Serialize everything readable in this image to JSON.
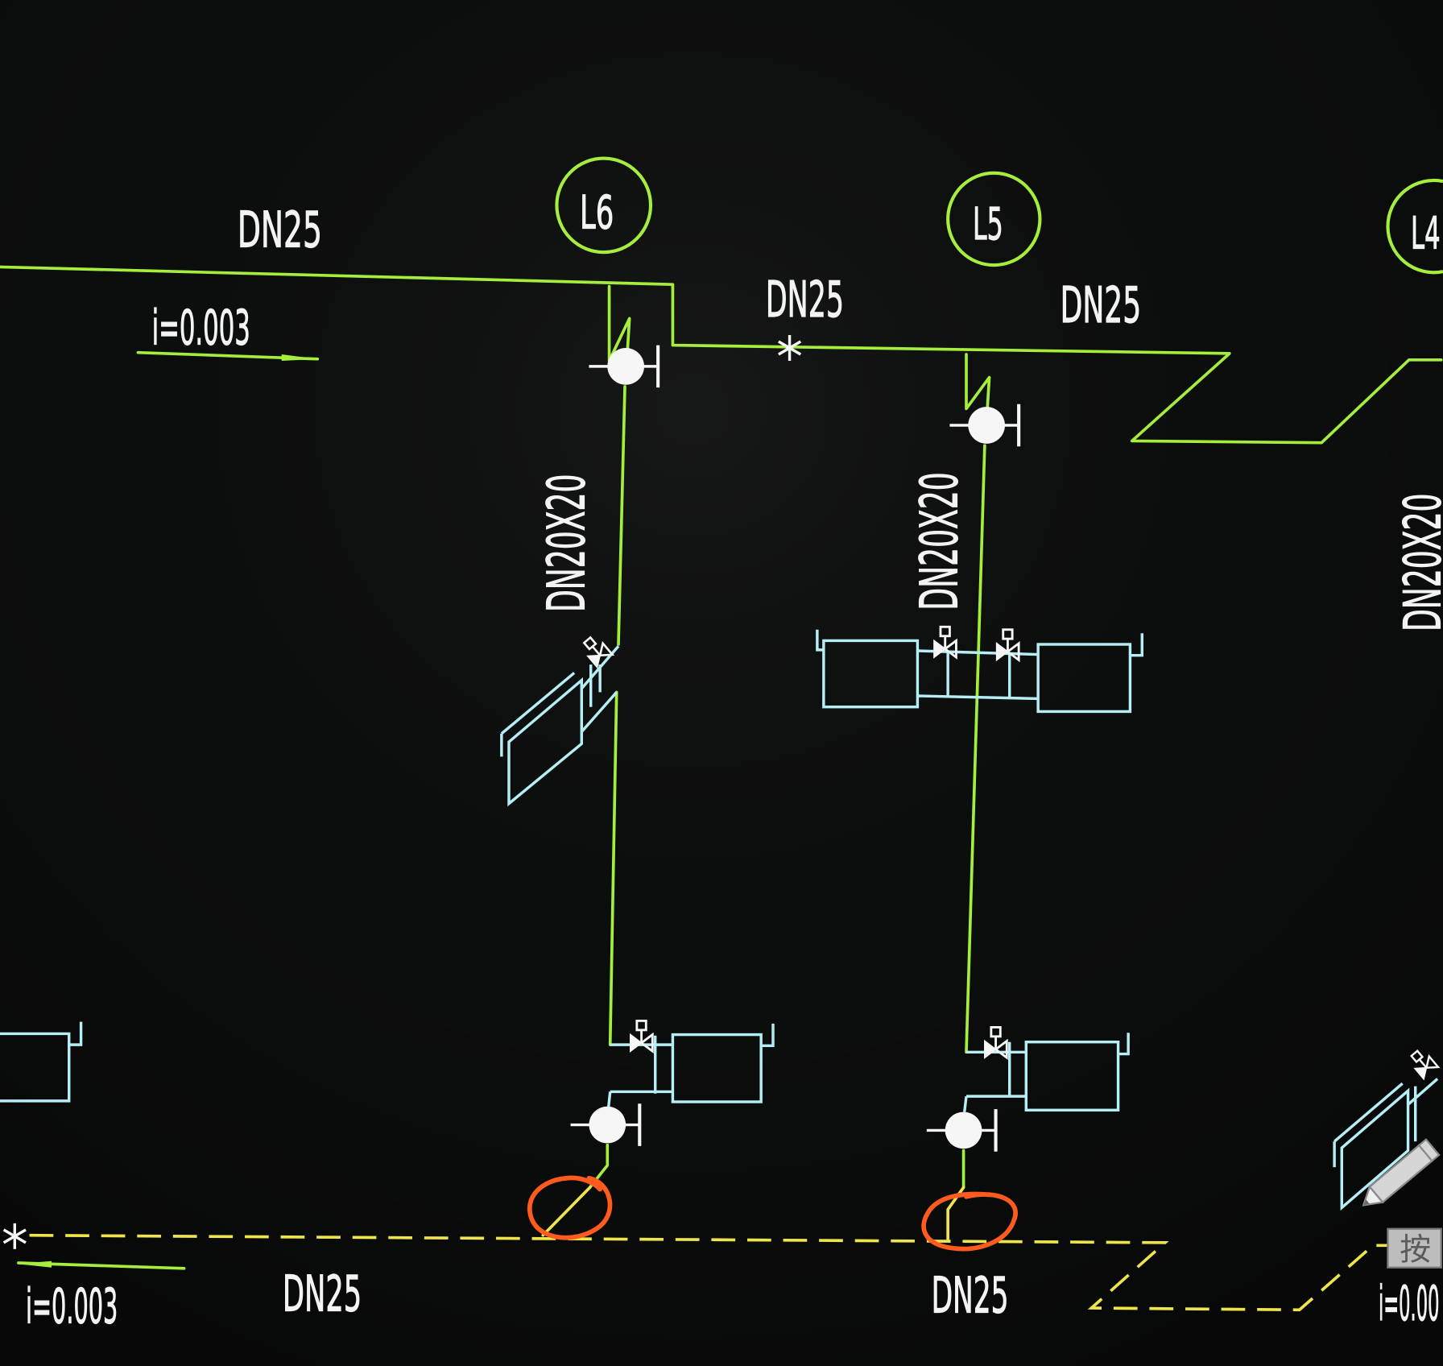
{
  "supply_main": {
    "size_left": "DN25",
    "slope": "i=0.003",
    "size_mid": "DN25",
    "size_right": "DN25"
  },
  "return_main": {
    "slope_left": "i=0.003",
    "size_left": "DN25",
    "size_mid": "DN25",
    "slope_right": "i=0.00"
  },
  "risers": [
    {
      "tag": "L6",
      "pipe_size": "DN20X20"
    },
    {
      "tag": "L5",
      "pipe_size": "DN20X20"
    },
    {
      "tag": "L4",
      "pipe_size": "DN20X20"
    }
  ],
  "tooltip": {
    "label": "按"
  },
  "icons": {
    "pipe_break_marker": "asterisk-icon",
    "shutoff_valve": "ball-valve-icon",
    "radiator_valve": "radiator-valve-icon",
    "cursor": "pencil-icon"
  },
  "colors": {
    "background": "#0c0d0d",
    "supply_pipe": "#a6ee3e",
    "return_pipe": "#eee44c",
    "radiator": "#b6eef6",
    "label_text": "#f3f3f3",
    "valve": "#f6f6f6",
    "annotation_markup": "#ff5b1f",
    "tooltip_bg": "#bdbdbd",
    "tooltip_text": "#5c5c5c"
  }
}
